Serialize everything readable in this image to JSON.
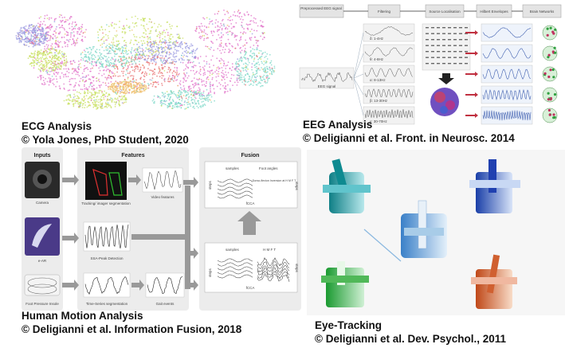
{
  "captions": {
    "ecg": {
      "line1": "ECG Analysis",
      "line2": "© Yola Jones, PhD Student, 2020"
    },
    "eeg": {
      "line1": "EEG Analysis",
      "line2": "© Deligianni et al. Front. in Neurosc. 2014"
    },
    "motion": {
      "line1": "Human Motion Analysis",
      "line2": "© Deligianni et al. Information Fusion, 2018"
    },
    "eye": {
      "line1": "Eye-Tracking",
      "line2": "© Deligianni et al. Dev. Psychol., 2011"
    }
  },
  "eeg_pipeline": {
    "stages": [
      "Preprocessed EEG signal",
      "Filtering",
      "Source Localisation",
      "Hilbert Envelopes",
      "Brain Networks"
    ],
    "bands": [
      "δ: 1-4Hz",
      "θ: 4-8Hz",
      "α: 8-13Hz",
      "β: 13-30Hz",
      "γ: 30-70Hz"
    ],
    "signal_label": "EEG signal"
  },
  "motion_pipeline": {
    "headers": {
      "inputs": "Inputs",
      "features": "Features",
      "fusion": "Fusion"
    },
    "inputs": [
      "Camera",
      "e-AR",
      "Foot Pressure Insole"
    ],
    "features": [
      "Tracking/ imager segmentation",
      "Video features",
      "SSA-Peak Detection",
      "Time-Series segmentation",
      "Gait events"
    ],
    "fusion_top": {
      "samples": "samples",
      "foot_angles": "Foot angles",
      "desc": "Dorso-flexion Inversion at H M F T",
      "steps_left": "steps",
      "steps_right": "steps",
      "method": "fCCA"
    },
    "fusion_bottom": {
      "samples": "samples",
      "hmft": "H M F T",
      "steps_left": "steps",
      "steps_right": "steps",
      "method": "fCCA"
    }
  },
  "colors": {
    "ecg_clusters": [
      "#e070c8",
      "#c8e060",
      "#7ed8c8",
      "#e87070",
      "#9898e0",
      "#f0c070"
    ],
    "eye_shapes": [
      "#1a9aa0",
      "#3060c8",
      "#5aa0d8",
      "#30b040",
      "#d06030"
    ]
  }
}
